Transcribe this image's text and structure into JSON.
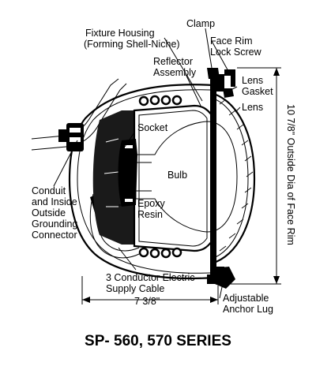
{
  "labels": {
    "clamp": "Clamp",
    "fixture_housing_1": "Fixture Housing",
    "fixture_housing_2": "(Forming Shell-Niche)",
    "face_rim_1": "Face Rim",
    "face_rim_2": "Lock Screw",
    "reflector_1": "Reflector",
    "reflector_2": "Assembly",
    "lens_gasket_1": "Lens",
    "lens_gasket_2": "Gasket",
    "lens": "Lens",
    "socket": "Socket",
    "bulb": "Bulb",
    "epoxy_1": "Epoxy",
    "epoxy_2": "Resin",
    "conduit_1": "Conduit",
    "conduit_2": "and Inside",
    "conduit_3": "Outside",
    "conduit_4": "Grounding",
    "conduit_5": "Connector",
    "cable_1": "3 Conductor Electric",
    "cable_2": "Supply Cable",
    "anchor_1": "Adjustable",
    "anchor_2": "Anchor Lug",
    "width_dim": "7 3/8\"",
    "height_dim": "10 7/8\" Outside Dia of Face Rim"
  },
  "title": "SP- 560, 570 SERIES"
}
